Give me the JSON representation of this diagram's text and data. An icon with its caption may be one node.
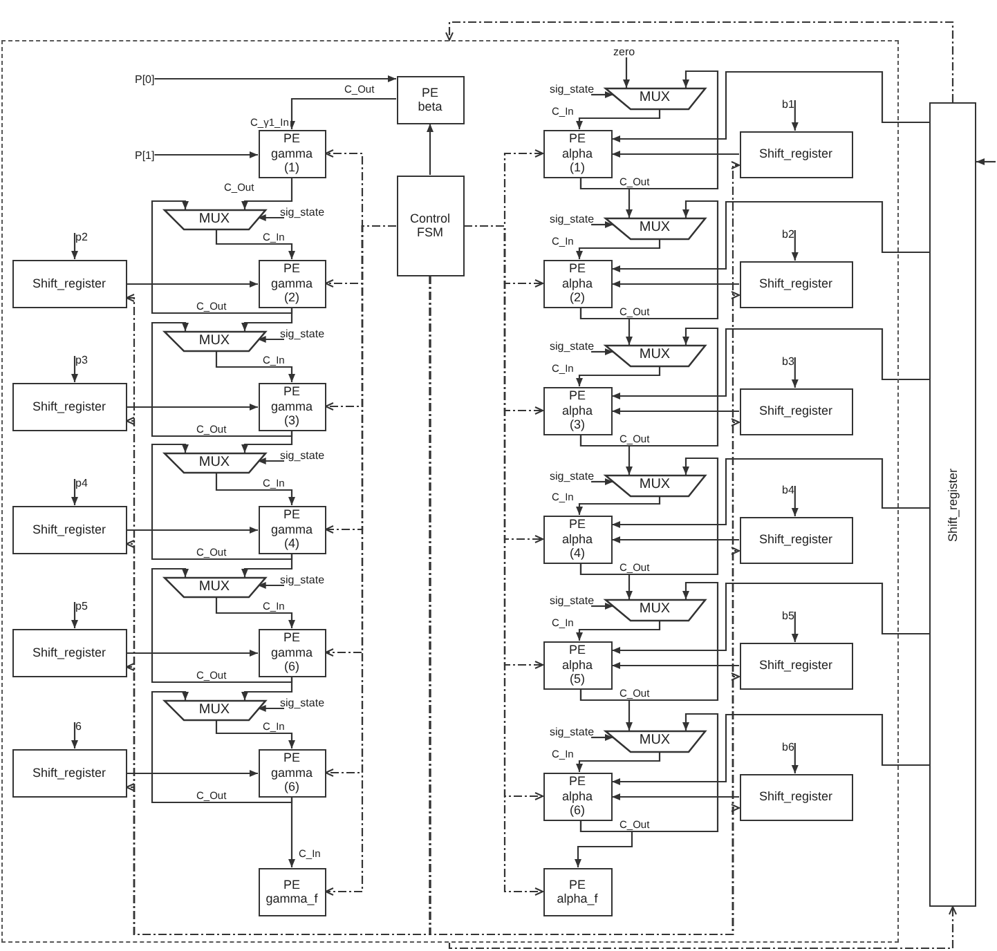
{
  "diagram": {
    "nodes": [
      {
        "text": [],
        "shape": "box"
      },
      {
        "text": [
          "zero"
        ],
        "in": 0
      },
      {
        "text": [
          "P[0]"
        ],
        "in": 0
      },
      {
        "text": [
          "PE beta"
        ],
        "in": 0
      },
      {
        "text": [
          "sig_state"
        ],
        "in": 0
      },
      {
        "text": [
          "MUX"
        ],
        "in": 0
      },
      {
        "text": [
          "b1"
        ],
        "in": 0
      },
      {
        "text": [
          "Shift_register"
        ]
      },
      {
        "text": [
          "PE gamma (1)"
        ],
        "in": 0
      },
      {
        "text": [
          "PE alpha (1)"
        ],
        "in": 0
      },
      {
        "text": [
          "Shift_register"
        ],
        "in": 0
      },
      {
        "text": [
          "P[1]"
        ],
        "in": 0
      },
      {
        "text": [
          "Control FSM"
        ],
        "in": 0
      },
      {
        "text": [
          "sig_state"
        ],
        "in": 0
      },
      {
        "text": [
          "MUX"
        ],
        "in": 0
      },
      {
        "text": [
          "sig_state"
        ],
        "in": 0
      },
      {
        "text": [
          "MUX"
        ],
        "in": 0
      },
      {
        "text": [
          "p2"
        ],
        "in": 0
      },
      {
        "text": [
          "b2"
        ],
        "in": 0
      },
      {
        "text": [
          "Shift_register"
        ],
        "in": 0
      },
      {
        "text": [
          "PE gamma (2)"
        ],
        "in": 0
      },
      {
        "text": [
          "PE alpha (2)"
        ],
        "in": 0
      },
      {
        "text": [
          "Shift_register"
        ],
        "in": 0
      },
      {
        "text": [
          "sig_state"
        ],
        "in": 0
      },
      {
        "text": [
          "MUX"
        ],
        "in": 0
      },
      {
        "text": [
          "sig_state"
        ],
        "in": 0
      },
      {
        "text": [
          "MUX"
        ],
        "in": 0
      },
      {
        "text": [
          "p3"
        ],
        "in": 0
      },
      {
        "text": [
          "b3"
        ],
        "in": 0
      },
      {
        "text": [
          "Shift_register"
        ],
        "in": 0
      },
      {
        "text": [
          "PE gamma (3)"
        ],
        "in": 0
      },
      {
        "text": [
          "PE alpha (3)"
        ],
        "in": 0
      },
      {
        "text": [
          "Shift_register"
        ],
        "in": 0
      },
      {
        "text": [
          "sig_state"
        ],
        "in": 0
      },
      {
        "text": [
          "MUX"
        ],
        "in": 0
      },
      {
        "text": [
          "sig_state"
        ],
        "in": 0
      },
      {
        "text": [
          "MUX"
        ],
        "in": 0
      },
      {
        "text": [
          "p4"
        ],
        "in": 0
      },
      {
        "text": [
          "b4"
        ],
        "in": 0
      },
      {
        "text": [
          "Shift_register"
        ],
        "in": 0
      },
      {
        "text": [
          "PE gamma (4)"
        ],
        "in": 0
      },
      {
        "text": [
          "PE alpha (4)"
        ],
        "in": 0
      },
      {
        "text": [
          "Shift_register"
        ],
        "in": 0
      },
      {
        "text": [
          "sig_state"
        ],
        "in": 0
      },
      {
        "text": [
          "MUX"
        ],
        "in": 0
      },
      {
        "text": [
          "p5"
        ],
        "in": 0
      },
      {
        "text": [
          "sig_state"
        ],
        "in": 0
      },
      {
        "text": [
          "MUX"
        ],
        "in": 0
      },
      {
        "text": [
          "b5"
        ],
        "in": 0
      },
      {
        "text": [
          "Shift_register"
        ],
        "in": 0
      },
      {
        "text": [
          "PE gamma (6)"
        ],
        "in": 0
      },
      {
        "text": [
          "PE alpha (5)"
        ],
        "in": 0
      },
      {
        "text": [
          "Shift_register"
        ],
        "in": 0
      },
      {
        "text": [
          "sig_state"
        ],
        "in": 0
      },
      {
        "text": [
          "MUX"
        ],
        "in": 0
      },
      {
        "text": [
          "6"
        ],
        "in": 0
      },
      {
        "text": [
          "sig_state"
        ],
        "in": 0
      },
      {
        "text": [
          "MUX"
        ],
        "in": 0
      },
      {
        "text": [
          "b6"
        ],
        "in": 0
      },
      {
        "text": [
          "Shift_register"
        ],
        "in": 0
      },
      {
        "text": [
          "PE gamma (6)"
        ],
        "in": 0
      },
      {
        "text": [
          "PE alpha (6)"
        ],
        "in": 0
      },
      {
        "text": [
          "Shift_register"
        ],
        "in": 0
      },
      {
        "text": [
          "PE gamma_f"
        ],
        "in": 0
      },
      {
        "text": [
          "PE alpha_f"
        ],
        "in": 0
      }
    ],
    "edges": [
      {
        "from": 2,
        "to": 3,
        "arrow": "to"
      },
      {
        "from": 12,
        "to": 3,
        "arrow": "to"
      },
      {
        "from": 3,
        "to": 8,
        "arrow": "to",
        "label": "C_Out"
      },
      {
        "from": 11,
        "to": 8,
        "arrow": "to"
      },
      {
        "from": 13,
        "to": 14,
        "arrow": "to"
      },
      {
        "from": 8,
        "to": 14,
        "arrow": "to",
        "label": "C_Out"
      },
      {
        "from": 14,
        "to": 20,
        "arrow": "to",
        "label": "C_In"
      },
      {
        "from": 20,
        "to": 14,
        "arrow": "to",
        "label": "C_Out"
      },
      {
        "from": 17,
        "to": 19,
        "arrow": "to"
      },
      {
        "from": 19,
        "to": 20,
        "arrow": "to"
      },
      {
        "from": 23,
        "to": 24,
        "arrow": "to"
      },
      {
        "from": 20,
        "to": 24,
        "arrow": "to"
      },
      {
        "from": 24,
        "to": 30,
        "arrow": "to",
        "label": "C_In"
      },
      {
        "from": 30,
        "to": 24,
        "arrow": "to",
        "label": "C_Out"
      },
      {
        "from": 27,
        "to": 29,
        "arrow": "to"
      },
      {
        "from": 29,
        "to": 30,
        "arrow": "to"
      },
      {
        "from": 33,
        "to": 34,
        "arrow": "to"
      },
      {
        "from": 30,
        "to": 34,
        "arrow": "to"
      },
      {
        "from": 34,
        "to": 40,
        "arrow": "to",
        "label": "C_In"
      },
      {
        "from": 40,
        "to": 34,
        "arrow": "to",
        "label": "C_Out"
      },
      {
        "from": 37,
        "to": 39,
        "arrow": "to"
      },
      {
        "from": 39,
        "to": 40,
        "arrow": "to"
      },
      {
        "from": 43,
        "to": 44,
        "arrow": "to"
      },
      {
        "from": 40,
        "to": 44,
        "arrow": "to"
      },
      {
        "from": 44,
        "to": 50,
        "arrow": "to",
        "label": "C_In"
      },
      {
        "from": 50,
        "to": 44,
        "arrow": "to",
        "label": "C_Out"
      },
      {
        "from": 45,
        "to": 49,
        "arrow": "to"
      },
      {
        "from": 49,
        "to": 50,
        "arrow": "to"
      },
      {
        "from": 53,
        "to": 54,
        "arrow": "to"
      },
      {
        "from": 50,
        "to": 54,
        "arrow": "to"
      },
      {
        "from": 54,
        "to": 60,
        "arrow": "to",
        "label": "C_In"
      },
      {
        "from": 60,
        "to": 54,
        "arrow": "to",
        "label": "C_Out"
      },
      {
        "from": 55,
        "to": 59,
        "arrow": "to"
      },
      {
        "from": 59,
        "to": 60,
        "arrow": "to"
      },
      {
        "from": 60,
        "to": 63,
        "arrow": "to",
        "label": "C_In"
      },
      {
        "from": 1,
        "to": 5,
        "arrow": "to"
      },
      {
        "from": 4,
        "to": 5,
        "arrow": "to"
      },
      {
        "from": 5,
        "to": 9,
        "arrow": "to",
        "label": "C_In"
      },
      {
        "from": 9,
        "to": 5,
        "arrow": "to"
      },
      {
        "from": 7,
        "to": 9,
        "arrow": "to"
      },
      {
        "from": 6,
        "to": 10,
        "arrow": "to"
      },
      {
        "from": 10,
        "to": 9,
        "arrow": "to"
      },
      {
        "from": 15,
        "to": 16,
        "arrow": "to"
      },
      {
        "from": 9,
        "to": 16,
        "arrow": "to",
        "label": "C_Out"
      },
      {
        "from": 16,
        "to": 21,
        "arrow": "to",
        "label": "C_In"
      },
      {
        "from": 21,
        "to": 16,
        "arrow": "to"
      },
      {
        "from": 7,
        "to": 21,
        "arrow": "to"
      },
      {
        "from": 18,
        "to": 22,
        "arrow": "to"
      },
      {
        "from": 22,
        "to": 21,
        "arrow": "to"
      },
      {
        "from": 25,
        "to": 26,
        "arrow": "to"
      },
      {
        "from": 21,
        "to": 26,
        "arrow": "to",
        "label": "C_Out"
      },
      {
        "from": 26,
        "to": 31,
        "arrow": "to",
        "label": "C_In"
      },
      {
        "from": 31,
        "to": 26,
        "arrow": "to"
      },
      {
        "from": 7,
        "to": 31,
        "arrow": "to"
      },
      {
        "from": 28,
        "to": 32,
        "arrow": "to"
      },
      {
        "from": 32,
        "to": 31,
        "arrow": "to"
      },
      {
        "from": 35,
        "to": 36,
        "arrow": "to"
      },
      {
        "from": 31,
        "to": 36,
        "arrow": "to",
        "label": "C_Out"
      },
      {
        "from": 36,
        "to": 41,
        "arrow": "to",
        "label": "C_In"
      },
      {
        "from": 41,
        "to": 36,
        "arrow": "to"
      },
      {
        "from": 7,
        "to": 41,
        "arrow": "to"
      },
      {
        "from": 38,
        "to": 42,
        "arrow": "to"
      },
      {
        "from": 42,
        "to": 41,
        "arrow": "to"
      },
      {
        "from": 46,
        "to": 47,
        "arrow": "to"
      },
      {
        "from": 41,
        "to": 47,
        "arrow": "to",
        "label": "C_Out"
      },
      {
        "from": 47,
        "to": 51,
        "arrow": "to",
        "label": "C_In"
      },
      {
        "from": 51,
        "to": 47,
        "arrow": "to"
      },
      {
        "from": 7,
        "to": 51,
        "arrow": "to"
      },
      {
        "from": 48,
        "to": 52,
        "arrow": "to"
      },
      {
        "from": 52,
        "to": 51,
        "arrow": "to"
      },
      {
        "from": 56,
        "to": 57,
        "arrow": "to"
      },
      {
        "from": 51,
        "to": 57,
        "arrow": "to",
        "label": "C_Out"
      },
      {
        "from": 57,
        "to": 61,
        "arrow": "to",
        "label": "C_In"
      },
      {
        "from": 61,
        "to": 57,
        "arrow": "to"
      },
      {
        "from": 7,
        "to": 61,
        "arrow": "to"
      },
      {
        "from": 58,
        "to": 62,
        "arrow": "to"
      },
      {
        "from": 62,
        "to": 61,
        "arrow": "to"
      },
      {
        "from": 61,
        "to": 64,
        "arrow": "to",
        "label": "C_Out"
      },
      {
        "from": 12,
        "to": 8,
        "arrow": "to",
        "style": "dashed"
      },
      {
        "from": 12,
        "to": 20,
        "arrow": "to",
        "style": "dashed"
      },
      {
        "from": 12,
        "to": 30,
        "arrow": "to",
        "style": "dashed"
      },
      {
        "from": 12,
        "to": 40,
        "arrow": "to",
        "style": "dashed"
      },
      {
        "from": 12,
        "to": 50,
        "arrow": "to",
        "style": "dashed"
      },
      {
        "from": 12,
        "to": 60,
        "arrow": "to",
        "style": "dashed"
      },
      {
        "from": 12,
        "to": 63,
        "arrow": "to",
        "style": "dashed"
      },
      {
        "from": 12,
        "to": 9,
        "arrow": "to",
        "style": "dashed"
      },
      {
        "from": 12,
        "to": 21,
        "arrow": "to",
        "style": "dashed"
      },
      {
        "from": 12,
        "to": 31,
        "arrow": "to",
        "style": "dashed"
      },
      {
        "from": 12,
        "to": 41,
        "arrow": "to",
        "style": "dashed"
      },
      {
        "from": 12,
        "to": 51,
        "arrow": "to",
        "style": "dashed"
      },
      {
        "from": 12,
        "to": 61,
        "arrow": "to",
        "style": "dashed"
      },
      {
        "from": 12,
        "to": 64,
        "arrow": "to",
        "style": "dashed"
      },
      {
        "from": 12,
        "to": 19,
        "arrow": "to",
        "style": "dashed"
      },
      {
        "from": 12,
        "to": 29,
        "arrow": "to",
        "style": "dashed"
      },
      {
        "from": 12,
        "to": 39,
        "arrow": "to",
        "style": "dashed"
      },
      {
        "from": 12,
        "to": 49,
        "arrow": "to",
        "style": "dashed"
      },
      {
        "from": 12,
        "to": 59,
        "arrow": "to",
        "style": "dashed"
      },
      {
        "from": 12,
        "to": 10,
        "arrow": "to",
        "style": "dashed"
      },
      {
        "from": 12,
        "to": 22,
        "arrow": "to",
        "style": "dashed"
      },
      {
        "from": 12,
        "to": 32,
        "arrow": "to",
        "style": "dashed"
      },
      {
        "from": 12,
        "to": 42,
        "arrow": "to",
        "style": "dashed"
      },
      {
        "from": 12,
        "to": 52,
        "arrow": "to",
        "style": "dashed"
      },
      {
        "from": 12,
        "to": 62,
        "arrow": "to",
        "style": "dashed"
      },
      {
        "from": 7,
        "to": 0,
        "arrow": "to",
        "style": "dashed"
      },
      {
        "from": 0,
        "to": 7,
        "arrow": "to",
        "style": "dashed"
      },
      {
        "from": null,
        "to": 7,
        "arrow": "to"
      }
    ],
    "labels": [
      "C_γ1_In"
    ]
  }
}
